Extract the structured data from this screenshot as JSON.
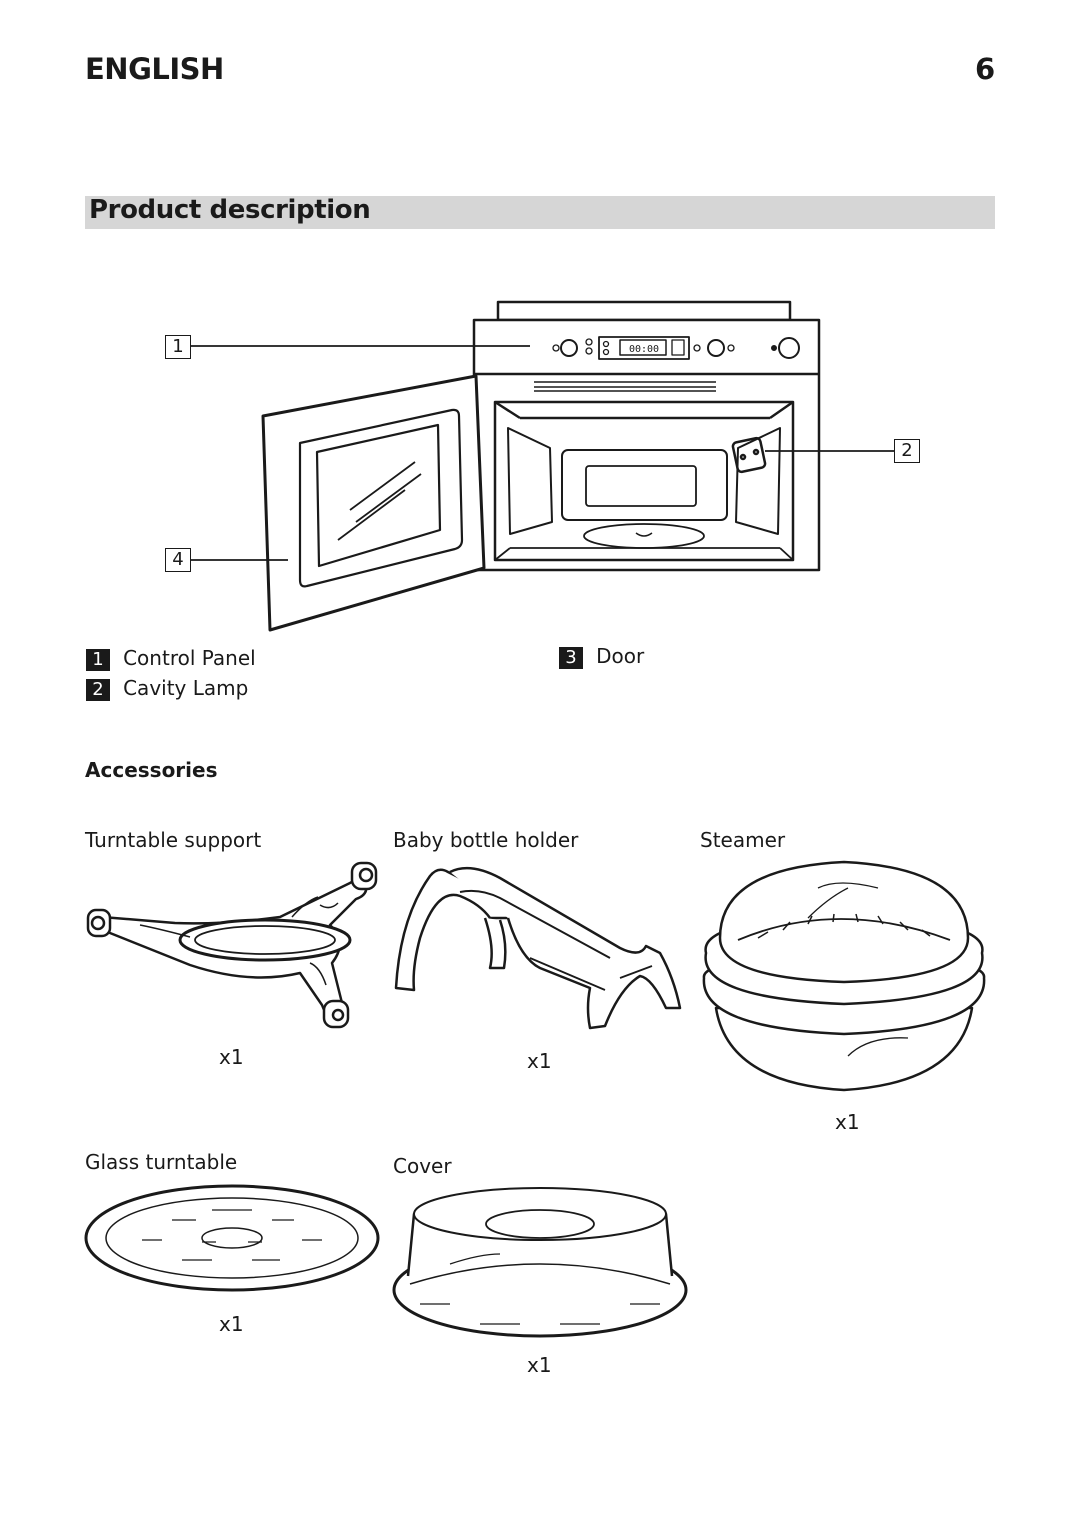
{
  "header": {
    "language": "ENGLISH",
    "page_number": "6"
  },
  "section": {
    "title": "Product description"
  },
  "callouts": {
    "c1": "1",
    "c2": "2",
    "c4": "4"
  },
  "legend": [
    {
      "number": "1",
      "label": "Control Panel"
    },
    {
      "number": "2",
      "label": "Cavity Lamp"
    },
    {
      "number": "3",
      "label": "Door"
    }
  ],
  "accessories": {
    "heading": "Accessories",
    "items": [
      {
        "name": "Turntable support",
        "qty": "x1"
      },
      {
        "name": "Baby bottle holder",
        "qty": "x1"
      },
      {
        "name": "Steamer",
        "qty": "x1"
      },
      {
        "name": "Glass turntable",
        "qty": "x1"
      },
      {
        "name": "Cover",
        "qty": "x1"
      }
    ]
  },
  "display_readout": "00:00"
}
